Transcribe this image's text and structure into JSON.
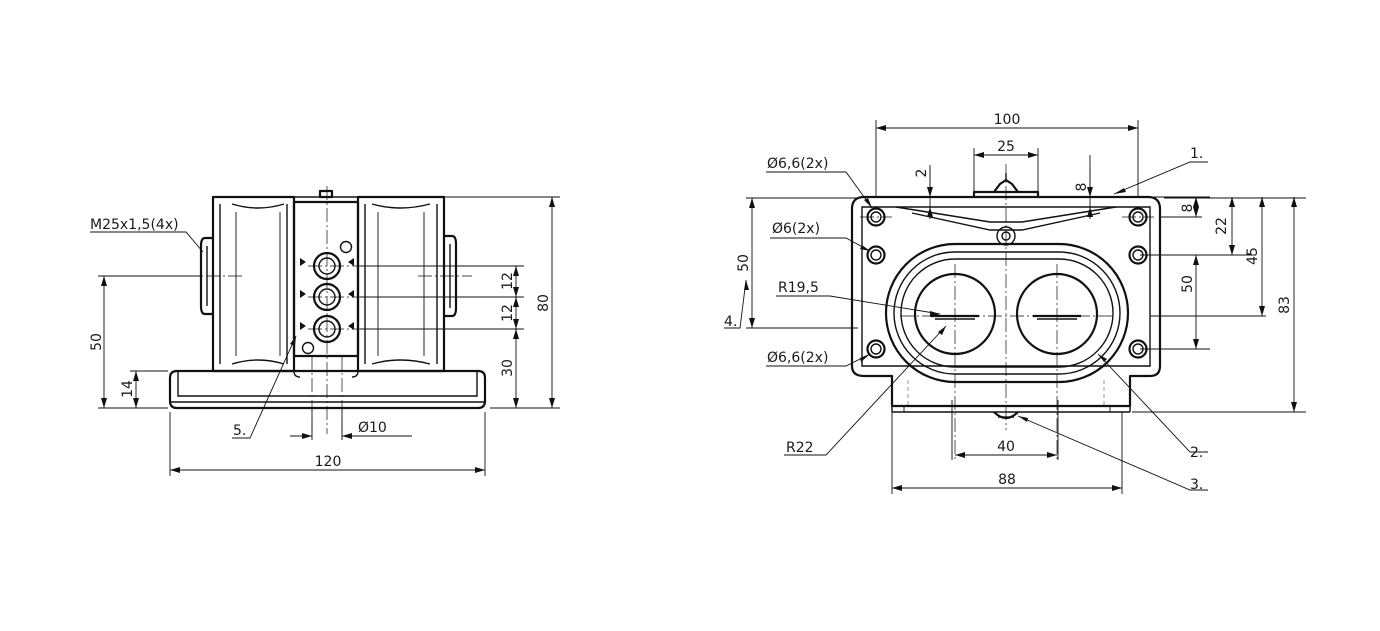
{
  "left_view": {
    "callouts": {
      "thread": "M25x1,5(4x)",
      "item_5": "5."
    },
    "dimensions": {
      "overall_height": "80",
      "port_height": "50",
      "base_thickness": "14",
      "base_width": "120",
      "port_spacing_top": "12",
      "port_spacing_bottom": "12",
      "bottom_port_height": "30",
      "shaft_diameter": "Ø10"
    }
  },
  "right_view": {
    "callouts": {
      "item_1": "1.",
      "item_2": "2.",
      "item_3": "3.",
      "item_4": "4.",
      "hole_top": "Ø6,6(2x)",
      "hole_mid": "Ø6(2x)",
      "hole_bottom": "Ø6,6(2x)",
      "radius_inner": "R19,5",
      "radius_outer": "R22"
    },
    "dimensions": {
      "top_width": "100",
      "plunger_width": "25",
      "gap_left": "2",
      "gap_right": "8",
      "top_offset": "8",
      "mid_offset": "22",
      "mid_height": "50",
      "left_height": "50",
      "right_height": "45",
      "overall_height": "83",
      "hole_spacing": "40",
      "bottom_width": "88"
    }
  }
}
